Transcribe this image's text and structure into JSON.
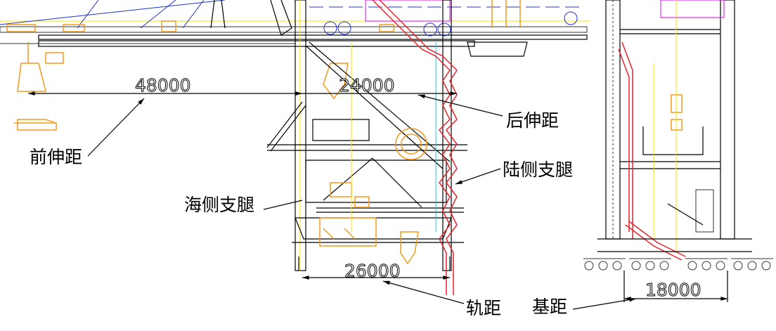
{
  "labels": {
    "front_outreach": "前伸距",
    "back_outreach": "后伸距",
    "land_leg": "陆侧支腿",
    "sea_leg": "海侧支腿",
    "rail_gauge": "轨距",
    "base_distance": "基距"
  },
  "dimensions": {
    "front_outreach": "48000",
    "back_outreach": "24000",
    "rail_gauge": "26000",
    "base_distance": "18000"
  },
  "colors": {
    "structure": "#000000",
    "stairs": "#e8212a",
    "equipment": "#f39a1e",
    "centerline": "#f2e600",
    "cable": "#2030d0",
    "trolley": "#e030e0"
  }
}
